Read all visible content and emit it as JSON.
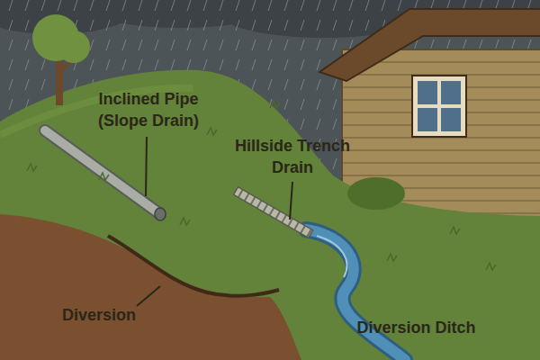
{
  "diagram": {
    "labels": [
      "Inclined Pipe (Slope Drain)",
      "Hillside Trench Drain",
      "Diversion",
      "Diversion Ditch"
    ]
  }
}
